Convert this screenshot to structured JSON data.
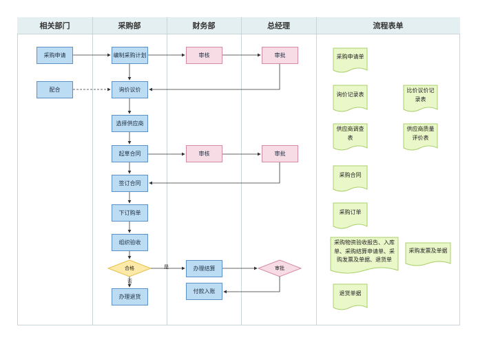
{
  "lanes": [
    "相关部门",
    "采购部",
    "财务部",
    "总经理",
    "流程表单"
  ],
  "nodes": {
    "purchase_request": "采购申请",
    "cooperate": "配合",
    "make_plan": "编制采购计划",
    "inquiry": "询价议价",
    "select_supplier": "选择供应商",
    "draft_contract": "起草合同",
    "sign_contract": "签订合同",
    "place_order": "下订购单",
    "inspection": "组织验收",
    "qualified": "合格",
    "return_goods": "办理退货",
    "finance_review_1": "审核",
    "finance_review_2": "审核",
    "settlement": "办理结算",
    "payment": "付款入账",
    "gm_approve_1": "审批",
    "gm_approve_2": "审批",
    "gm_approve_3": "审批"
  },
  "edge_labels": {
    "yes": "是",
    "no": "否"
  },
  "forms": {
    "f1": "采购申请单",
    "f2": "询价记录表",
    "f3": "比价议价记录表",
    "f4": "供应商调查表",
    "f5": "供应商质量评价表",
    "f6": "采购合同",
    "f7": "采购订单",
    "f8": "采购物资验收报告、入库单、采购结算申请单、采购发票及单据、退货单",
    "f9": "采购发票及单据",
    "f10": "退货单据"
  },
  "colors": {
    "header_bg": "#e4eff1",
    "process_fill": "#bcdcf4",
    "process_border": "#5b8fc6",
    "review_fill": "#f7dbe5",
    "review_border": "#d48aa6",
    "decision_fill": "#fde9a8",
    "decision_border": "#e6c04a",
    "form_fill": "#eaf7c9",
    "form_border": "#a9cf6a",
    "line": "#333333"
  }
}
